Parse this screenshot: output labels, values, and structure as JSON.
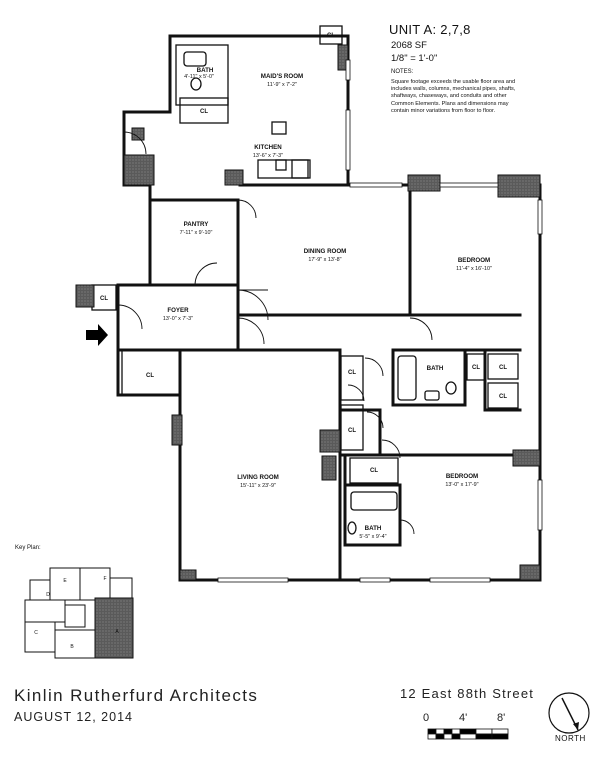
{
  "header": {
    "unit": "UNIT A: 2,7,8",
    "area": "2068 SF",
    "scale": "1/8\" = 1'-0\"",
    "notes_heading": "NOTES:",
    "notes": "Square footage exceeds the usable floor area and includes walls, columns, mechanical pipes, shafts, shaftways, chaseways, and conduits and other Common Elements. Plans and dimensions may contain minor variations from floor to floor."
  },
  "rooms": {
    "maids_room": {
      "name": "MAID'S ROOM",
      "dims": "11'-9\" x 7'-2\""
    },
    "maids_bath": {
      "name": "BATH",
      "dims": "4'-11\" x 5'-0\""
    },
    "kitchen": {
      "name": "KITCHEN",
      "dims": "13'-6\" x 7'-3\""
    },
    "pantry": {
      "name": "PANTRY",
      "dims": "7'-11\" x 9'-10\""
    },
    "dining_room": {
      "name": "DINING ROOM",
      "dims": "17'-9\" x 13'-8\""
    },
    "bedroom_1": {
      "name": "BEDROOM",
      "dims": "11'-4\" x 16'-10\""
    },
    "foyer": {
      "name": "FOYER",
      "dims": "13'-0\" x 7'-3\""
    },
    "bath_2": {
      "name": "BATH",
      "dims": ""
    },
    "living_room": {
      "name": "LIVING ROOM",
      "dims": "15'-11\" x 23'-9\""
    },
    "bedroom_2": {
      "name": "BEDROOM",
      "dims": "13'-0\" x 17'-9\""
    },
    "bath_3": {
      "name": "BATH",
      "dims": "5'-5\" x 9'-4\""
    },
    "closet": "CL"
  },
  "key_plan": {
    "label": "Key Plan:",
    "units": [
      "A",
      "B",
      "C",
      "D",
      "E",
      "F"
    ]
  },
  "footer": {
    "architect": "Kinlin Rutherfurd Architects",
    "date": "AUGUST 12, 2014",
    "address": "12 East 88th Street",
    "scale_ticks": [
      "0",
      "4'",
      "8'"
    ],
    "north": "NORTH"
  }
}
